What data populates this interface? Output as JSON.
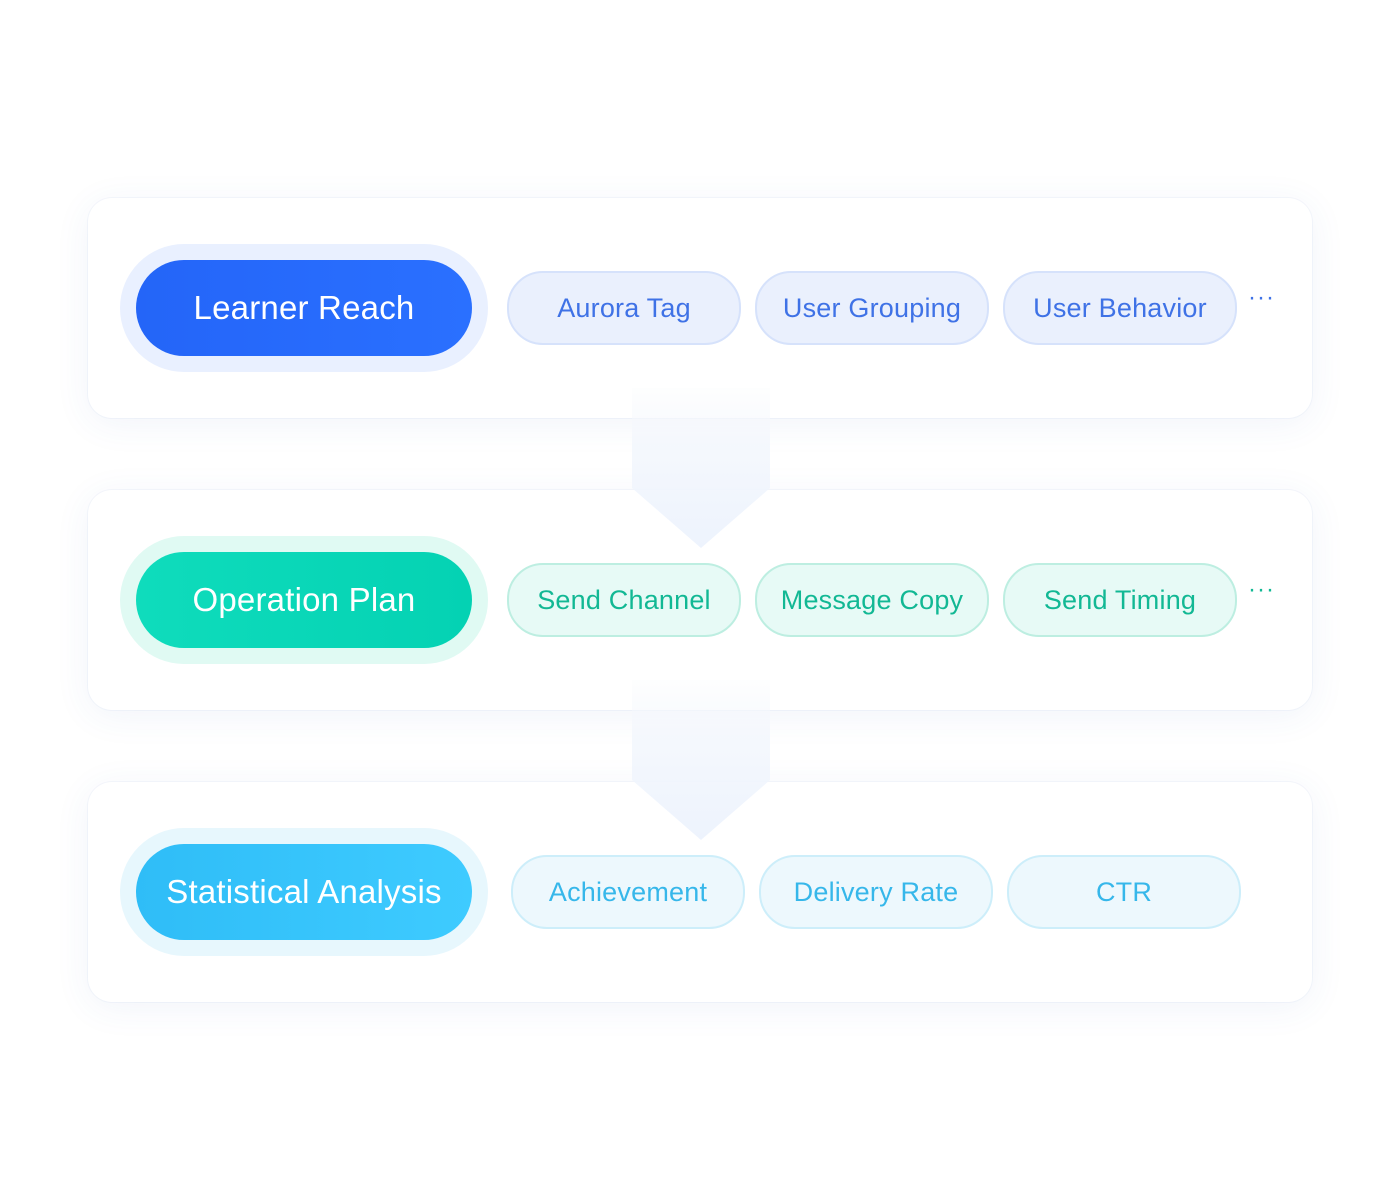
{
  "colors": {
    "learner_reach": "#2468fb",
    "operation_plan": "#08d6b6",
    "statistical_analysis": "#36c5fb",
    "arrow": "#eef4fd"
  },
  "rows": [
    {
      "title": "Learner Reach",
      "items": [
        "Aurora Tag",
        "User Grouping",
        "User Behavior"
      ],
      "more": "···"
    },
    {
      "title": "Operation Plan",
      "items": [
        "Send Channel",
        "Message Copy",
        "Send Timing"
      ],
      "more": "···"
    },
    {
      "title": "Statistical Analysis",
      "items": [
        "Achievement",
        "Delivery Rate",
        "CTR"
      ]
    }
  ]
}
